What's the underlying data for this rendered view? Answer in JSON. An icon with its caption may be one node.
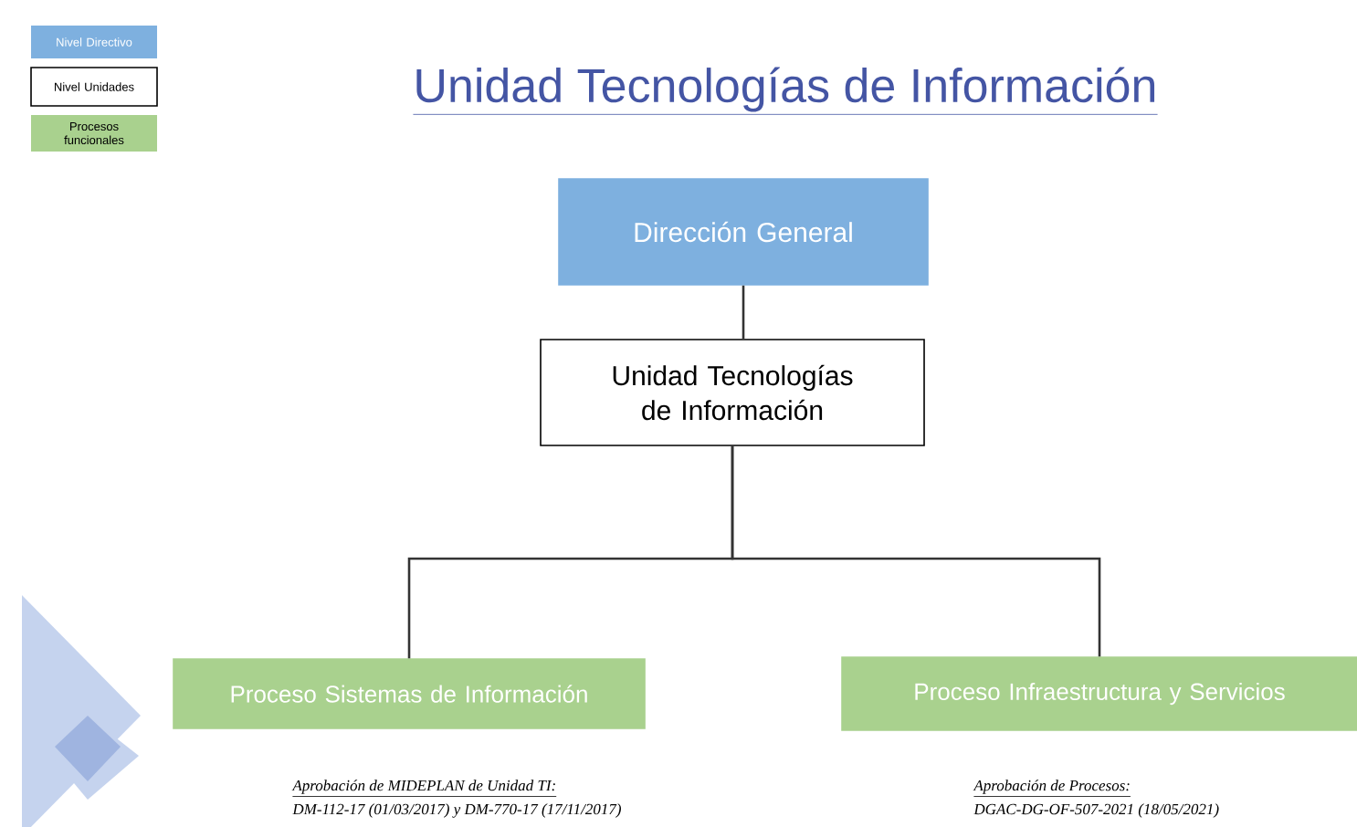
{
  "diagram": {
    "title": "Unidad Tecnologías de Información",
    "nodes": [
      {
        "text": [
          "Dirección General"
        ]
      },
      {
        "text": [
          "Unidad Tecnologías de Información"
        ]
      },
      {
        "text": [
          "Proceso Sistemas de Información"
        ]
      },
      {
        "text": [
          "Proceso Infraestructura y Servicios"
        ]
      }
    ],
    "edges": [
      {
        "from": 0,
        "to": 1,
        "arrow": "none"
      },
      {
        "from": 1,
        "to": 2,
        "arrow": "none"
      },
      {
        "from": 1,
        "to": 3,
        "arrow": "none"
      }
    ],
    "labels": [
      "Aprobación de MIDEPLAN de Unidad TI:",
      "DM-112-17 (01/03/2017) y DM-770-17 (17/11/2017)",
      "Aprobación de Procesos:",
      "DGAC-DG-OF-507-2021 (18/05/2021)"
    ],
    "legend": [
      {
        "text": "Nivel Directivo",
        "color": "#7eb0df"
      },
      {
        "text": "Nivel Unidades"
      },
      {
        "text": "Procesos funcionales",
        "color": "#a9d18e"
      }
    ]
  }
}
